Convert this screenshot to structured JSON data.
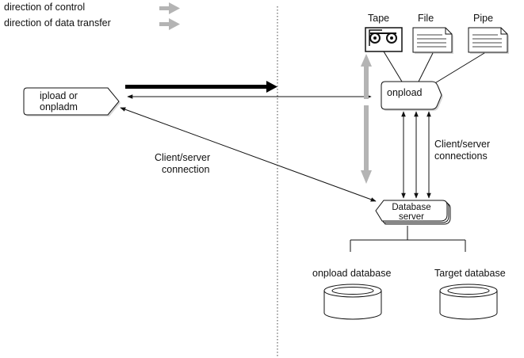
{
  "legend": {
    "control_label": "direction of control",
    "data_label": "direction of data transfer"
  },
  "nodes": {
    "client": {
      "line1": "ipload or",
      "line2": "onpladm"
    },
    "onpload": {
      "label": "onpload"
    },
    "server": {
      "line1": "Database",
      "line2": "server"
    },
    "tape": {
      "label": "Tape"
    },
    "file": {
      "label": "File"
    },
    "pipe": {
      "label": "Pipe"
    },
    "db_onpload": {
      "label": "onpload database"
    },
    "db_target": {
      "label": "Target database"
    }
  },
  "connections": {
    "left_line1": "Client/server",
    "left_line2": "connection",
    "right_line1": "Client/server",
    "right_line2": "connections"
  },
  "colors": {
    "gray_arrow": "#b4b4b4",
    "line": "#111111"
  }
}
